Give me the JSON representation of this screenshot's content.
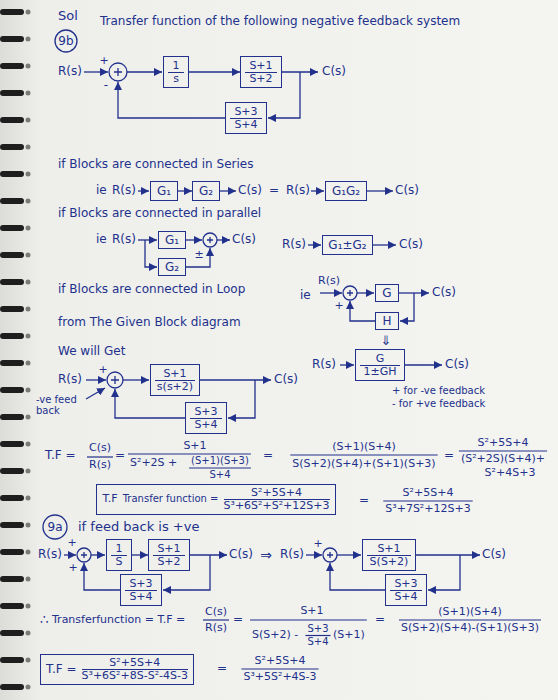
{
  "diagram": {
    "title": "Transfer function of the following negative feedback system",
    "nodes": [
      {
        "text": [
          "9b"
        ]
      },
      {
        "text": [
          "1",
          "s"
        ]
      },
      {
        "text": [
          "S+1",
          "S+2"
        ]
      },
      {
        "text": [
          "S+3",
          "S+4"
        ]
      },
      {
        "text": [
          "G₁"
        ]
      },
      {
        "text": [
          "G₂"
        ]
      },
      {
        "text": [
          "G₁G₂"
        ]
      },
      {
        "text": [
          "G₁"
        ]
      },
      {
        "text": [
          "G₂"
        ]
      },
      {
        "text": [
          "G₁±G₂"
        ]
      },
      {
        "text": [
          "G"
        ]
      },
      {
        "text": [
          "H"
        ]
      },
      {
        "text": [
          "G",
          "1±GH"
        ]
      },
      {
        "text": [
          "S+1",
          "s(s+2)"
        ]
      },
      {
        "text": [
          "S+3",
          "S+4"
        ]
      },
      {
        "text": [
          "T.F",
          "Transfer function =",
          "S²+5S+4",
          "S³+6S²+S²+12S+3"
        ]
      },
      {
        "text": [
          "9a"
        ]
      },
      {
        "text": [
          "1",
          "S"
        ]
      },
      {
        "text": [
          "S+1",
          "S+2"
        ]
      },
      {
        "text": [
          "S+3",
          "S+4"
        ]
      },
      {
        "text": [
          "S+1",
          "S(S+2)"
        ]
      },
      {
        "text": [
          "S+3",
          "S+4"
        ]
      },
      {
        "text": [
          "T.F =",
          "S²+5S+4",
          "S³+6S²+8S-S²-4S-3"
        ]
      }
    ],
    "edges": [
      {
        "from": 1,
        "to": 2,
        "arrow": "to"
      },
      {
        "from": 4,
        "to": 5,
        "arrow": "to"
      },
      {
        "from": 17,
        "to": 18,
        "arrow": "to"
      }
    ],
    "labels": [
      "Sol",
      "R(s)",
      "+",
      "-",
      "C(s)",
      "if Blocks are connected in Series",
      "ie",
      "R(s)",
      "C(s)",
      "=",
      "R(s)",
      "C(s)",
      "if Blocks are connected in parallel",
      "ie",
      "R(s)",
      "±",
      "C(s)",
      "R(s)",
      "C(s)",
      "if Blocks are connected in Loop",
      "ie",
      "R(s)",
      "+",
      "C(s)",
      "from The Given Block diagram",
      "⇓",
      "We will Get",
      "R(s)",
      "C(s)",
      "+ for -ve feedback",
      "- for +ve feedback",
      "R(s)",
      "+",
      "C(s)",
      "-ve feed back",
      "T.F =",
      "C(s)",
      "R(s)",
      "=",
      "S+1",
      "S²+2S +",
      "(S+1)(S+3)",
      "S+4",
      "=",
      "(S+1)(S+4)",
      "S(S+2)(S+4)+(S+1)(S+3)",
      "=",
      "S²+5S+4",
      "(S²+2S)(S+4)+",
      "S²+4S+3",
      "=",
      "S²+5S+4",
      "S³+7S²+12S+3",
      "if feed back is +ve",
      "R(s)",
      "+",
      "+",
      "C(s)",
      "⇒",
      "R(s)",
      "+",
      "C(s)",
      "∴",
      "Transferfunction = T.F =",
      "C(s)",
      "R(s)",
      "=",
      "S+1",
      "S(S+2) -",
      "S+3",
      "S+4",
      "(S+1)",
      "=",
      "(S+1)(S+4)",
      "S(S+2)(S+4)-(S+1)(S+3)",
      "=",
      "S²+5S+4",
      "S³+5S²+4S-3"
    ]
  }
}
